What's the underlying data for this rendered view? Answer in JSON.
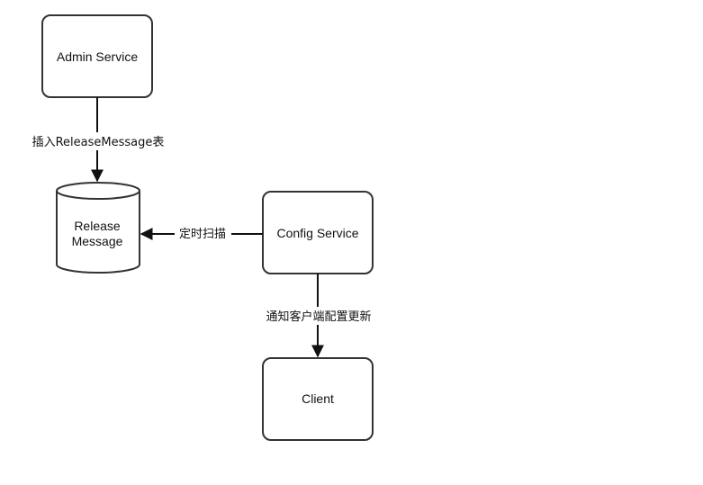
{
  "diagram": {
    "colors": {
      "stroke": "#333333",
      "fill": "#ffffff",
      "text": "#111111"
    },
    "nodes": {
      "admin_service": {
        "label": "Admin Service",
        "shape": "rounded-rectangle"
      },
      "release_message": {
        "label_line1": "Release",
        "label_line2": "Message",
        "shape": "cylinder"
      },
      "config_service": {
        "label": "Config Service",
        "shape": "rounded-rectangle"
      },
      "client": {
        "label": "Client",
        "shape": "rounded-rectangle"
      }
    },
    "edges": {
      "admin_to_release": {
        "label": "插入ReleaseMessage表",
        "from": "Admin Service",
        "to": "Release Message"
      },
      "config_to_release": {
        "label": "定时扫描",
        "from": "Config Service",
        "to": "Release Message"
      },
      "config_to_client": {
        "label": "通知客户端配置更新",
        "from": "Config Service",
        "to": "Client"
      }
    }
  }
}
